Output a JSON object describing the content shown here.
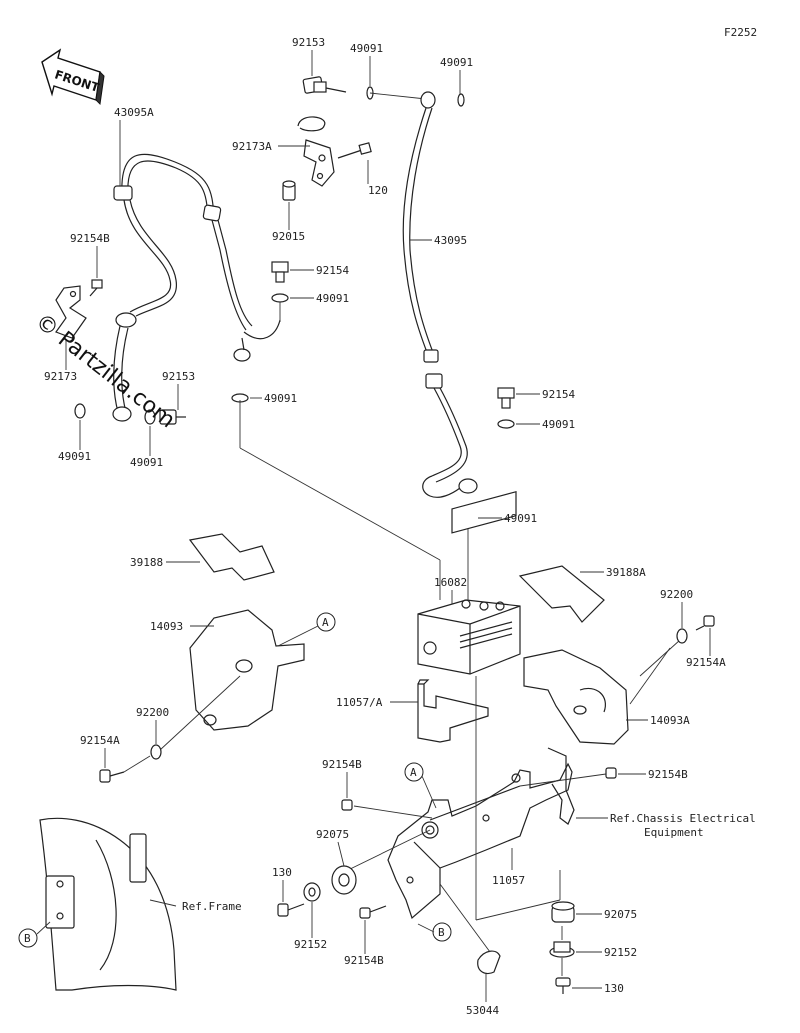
{
  "diagram": {
    "figure_code": "F2252",
    "front_arrow_label": "FRONT",
    "watermark": "© Partzilla.com",
    "callout_a": "A",
    "callout_b": "B",
    "labels": {
      "p92153_top": "92153",
      "p49091_top_a": "49091",
      "p49091_top_b": "49091",
      "p43095A": "43095A",
      "p92173A": "92173A",
      "p120": "120",
      "p92015": "92015",
      "p92154_mid": "92154",
      "p49091_mid": "49091",
      "p43095": "43095",
      "p92154B_left": "92154B",
      "p92173": "92173",
      "p92153_left": "92153",
      "p49091_left_a": "49091",
      "p49091_left_b": "49091",
      "p49091_lowmid": "49091",
      "p92154_right": "92154",
      "p49091_right_a": "49091",
      "p49091_right_b": "49091",
      "p39188": "39188",
      "p39188A": "39188A",
      "p16082": "16082",
      "p92200_right": "92200",
      "p92154A_right": "92154A",
      "p14093": "14093",
      "p11057A": "11057/A",
      "p14093A": "14093A",
      "p92200_left": "92200",
      "p92154A_left": "92154A",
      "p92154B_mid": "92154B",
      "p92154B_right": "92154B",
      "ref_chassis_1": "Ref.Chassis Electrical",
      "ref_chassis_2": "Equipment",
      "p92075_left": "92075",
      "p11057": "11057",
      "p130_left": "130",
      "ref_frame": "Ref.Frame",
      "p92152_left": "92152",
      "p92154B_bottom": "92154B",
      "p92075_right": "92075",
      "p92152_right": "92152",
      "p130_right": "130",
      "p53044": "53044"
    }
  }
}
